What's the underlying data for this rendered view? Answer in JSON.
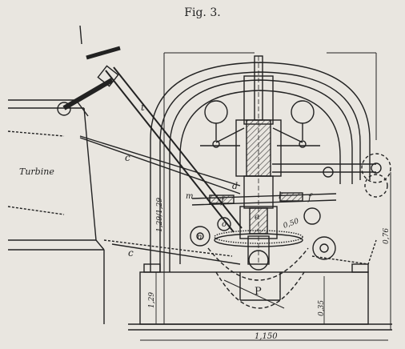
{
  "figure": {
    "title": "Fig. 3."
  },
  "labels": {
    "turbine": "Turbine",
    "t": "t",
    "c_upper": "c",
    "c_lower": "c",
    "d": "d",
    "m": "m",
    "f_left": "f",
    "f_right": "f",
    "l": "l",
    "e": "e",
    "n": "n",
    "o": "o",
    "P": "P"
  },
  "dimensions": {
    "overall_height": "1,29/1,29",
    "base_height_left": "1,29",
    "base_height_right": "0,35",
    "right_height": "0,76",
    "wheel": "0,50",
    "width": "1,150"
  },
  "colors": {
    "background": "#e9e6e0",
    "ink": "#222222"
  }
}
